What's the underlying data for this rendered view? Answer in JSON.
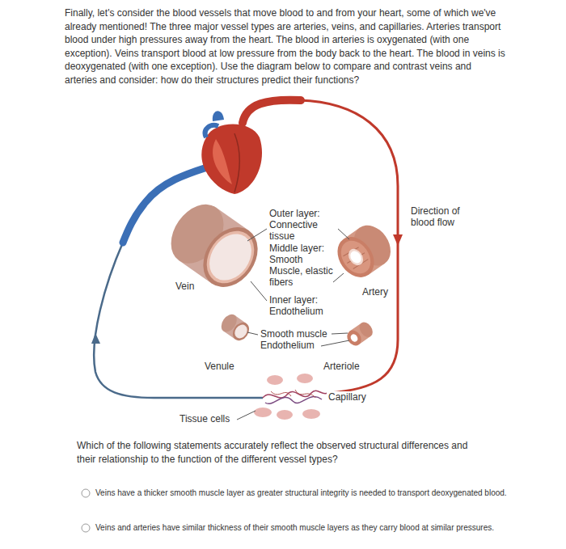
{
  "diagram": {
    "labels": [
      "Finally, let's consider the blood vessels that move blood to and from your heart, some of which we've already mentioned! The three major vessel types are arteries, veins, and capillaries. Arteries transport blood under high pressures away from the heart. The blood in arteries is oxygenated (with one exception). Veins transport blood at low pressure from the body back to the heart. The blood in veins is deoxygenated (with one exception). Use the diagram below to compare and contrast veins and arteries and consider: how do their structures predict their functions?",
      "Outer layer: Connective tissue",
      "Middle layer: Smooth Muscle, elastic fibers",
      "Inner layer: Endothelium",
      "Vein",
      "Artery",
      "Direction of blood flow",
      "Smooth muscle",
      "Endothelium",
      "Venule",
      "Arteriole",
      "Capillary",
      "Tissue cells",
      "Which of the following statements accurately reflect the observed structural differences and their relationship to the function of the different vessel types?",
      "Veins have a thicker smooth muscle layer as greater structural integrity is needed to transport deoxygenated blood.",
      "Veins and arteries have similar thickness of their smooth muscle layers as they carry blood at similar pressures."
    ]
  }
}
